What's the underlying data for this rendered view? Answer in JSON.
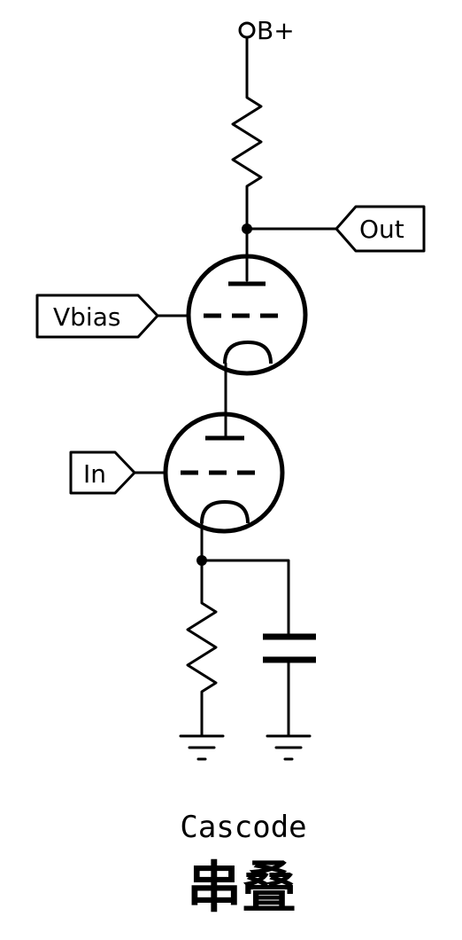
{
  "labels": {
    "supply": "B+",
    "output": "Out",
    "bias": "Vbias",
    "input": "In"
  },
  "caption": {
    "english": "Cascode",
    "chinese": "串叠"
  }
}
